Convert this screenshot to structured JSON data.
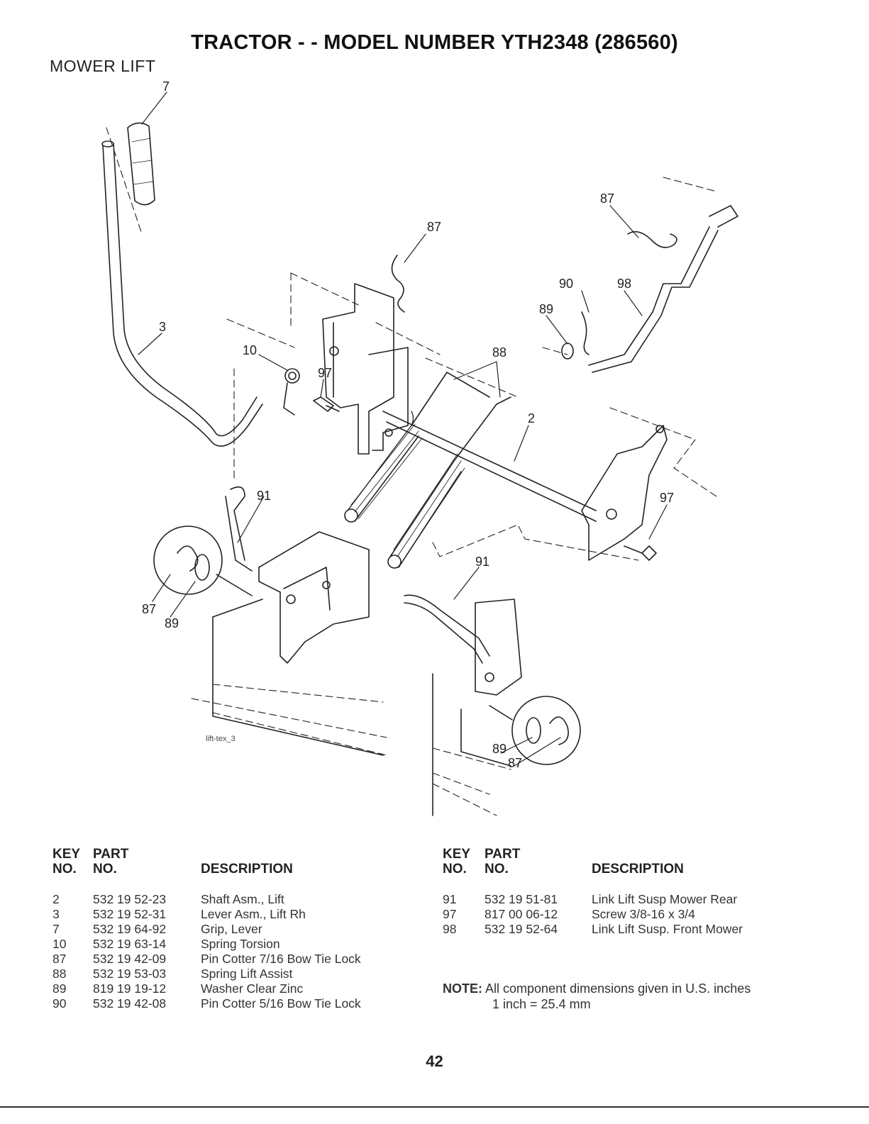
{
  "header": {
    "title": "TRACTOR - - MODEL NUMBER YTH2348 (286560)",
    "section": "MOWER LIFT"
  },
  "diagram": {
    "caption": "lift-tex_3",
    "callouts": [
      "7",
      "87",
      "87",
      "90",
      "98",
      "89",
      "3",
      "10",
      "97",
      "88",
      "2",
      "91",
      "97",
      "87",
      "89",
      "91",
      "89",
      "87"
    ]
  },
  "table_headers": {
    "key_top": "KEY",
    "key_bottom": "NO.",
    "part_top": "PART",
    "part_bottom": "NO.",
    "description": "DESCRIPTION"
  },
  "parts_left": [
    {
      "key": "2",
      "part": "532 19 52-23",
      "description": "Shaft Asm., Lift"
    },
    {
      "key": "3",
      "part": "532 19 52-31",
      "description": "Lever Asm., Lift Rh"
    },
    {
      "key": "7",
      "part": "532 19 64-92",
      "description": "Grip, Lever"
    },
    {
      "key": "10",
      "part": "532 19 63-14",
      "description": "Spring Torsion"
    },
    {
      "key": "87",
      "part": "532 19 42-09",
      "description": "Pin Cotter 7/16 Bow Tie Lock"
    },
    {
      "key": "88",
      "part": "532 19 53-03",
      "description": "Spring Lift Assist"
    },
    {
      "key": "89",
      "part": "819 19 19-12",
      "description": "Washer Clear Zinc"
    },
    {
      "key": "90",
      "part": "532 19 42-08",
      "description": "Pin Cotter 5/16 Bow Tie Lock"
    }
  ],
  "parts_right": [
    {
      "key": "91",
      "part": "532 19 51-81",
      "description": "Link Lift Susp Mower Rear"
    },
    {
      "key": "97",
      "part": "817 00 06-12",
      "description": "Screw 3/8-16 x 3/4"
    },
    {
      "key": "98",
      "part": "532 19 52-64",
      "description": "Link Lift Susp. Front Mower"
    }
  ],
  "note": {
    "label": "NOTE:",
    "line1": "All component dimensions given in U.S. inches",
    "line2": "1 inch = 25.4 mm"
  },
  "page_number": "42"
}
